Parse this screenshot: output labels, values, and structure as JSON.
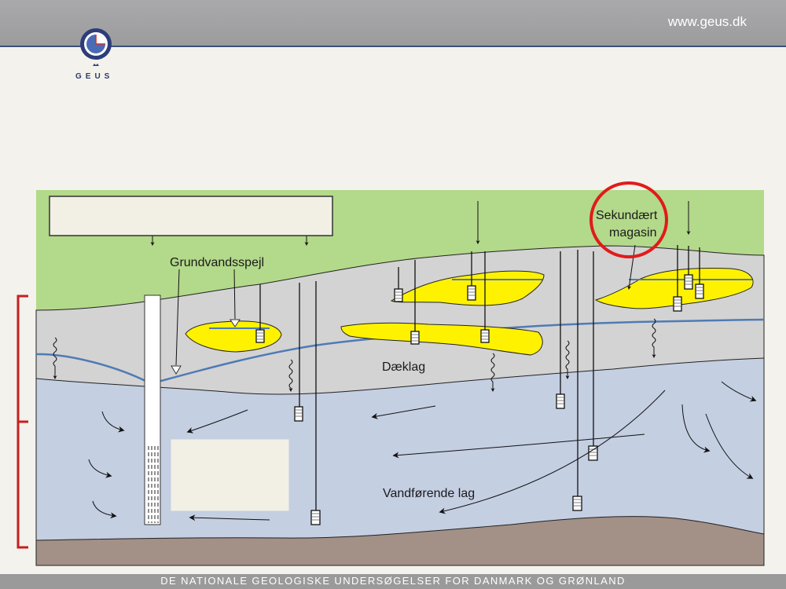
{
  "header": {
    "url": "www.geus.dk"
  },
  "logo": {
    "text": "GEUS"
  },
  "diagram": {
    "labels": {
      "grundvandsspejl": "Grundvandsspejl",
      "daeklag": "Dæklag",
      "vandforende": "Vandførende lag",
      "sekundaert_line1": "Sekundært",
      "sekundaert_line2": "magasin"
    },
    "colors": {
      "surface": "#b3d98a",
      "cover_layer": "#d3d3d3",
      "aquifer": "#c4cfe2",
      "bedrock": "#a39087",
      "sand_lens": "#fff200",
      "water_table": "#4f7bb5",
      "highlight_circle": "#e11b1b",
      "bracket": "#c81e1e"
    }
  },
  "footer": {
    "text": "DE NATIONALE GEOLOGISKE UNDERSØGELSER FOR DANMARK OG GRØNLAND"
  }
}
